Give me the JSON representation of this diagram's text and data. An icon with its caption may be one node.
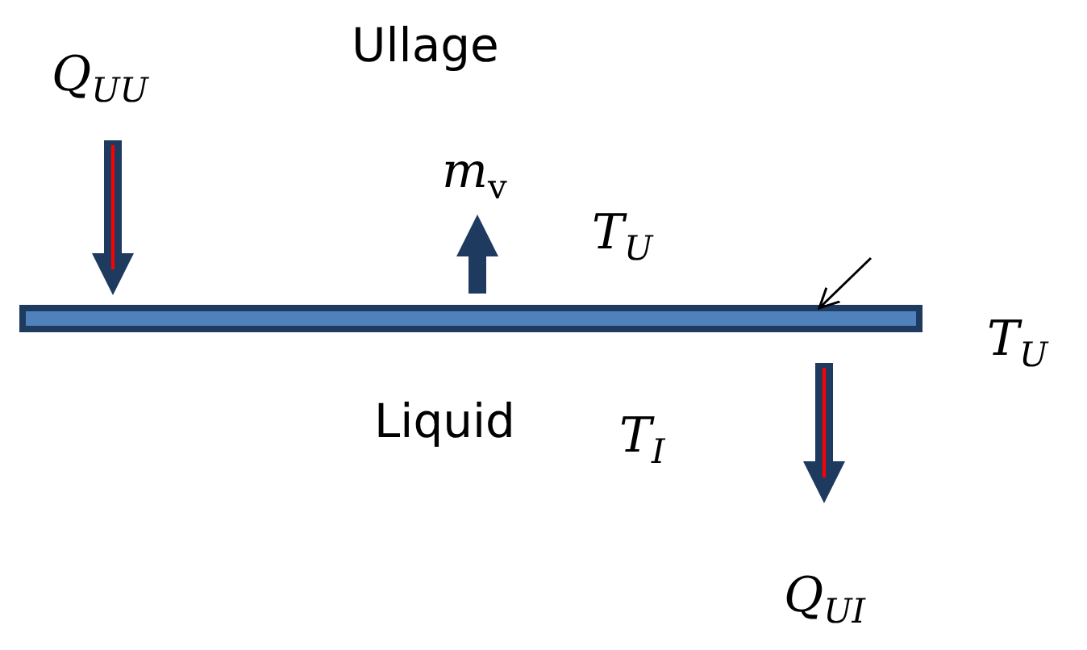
{
  "diagram": {
    "nodes": [
      {
        "text": [],
        "shape": "bar"
      },
      {
        "text": [
          "Q$_{UU}$"
        ]
      },
      {
        "text": [
          "*m*$_{v}$"
        ]
      },
      {
        "text": [
          "Q$_{UI}$"
        ]
      }
    ],
    "edges": [
      {
        "from": 1,
        "to": 0,
        "arrow": "to"
      },
      {
        "from": 0,
        "to": 2,
        "arrow": "to"
      },
      {
        "from": 0,
        "to": 3,
        "arrow": "to"
      },
      {
        "from": null,
        "to": 0,
        "arrow": "to",
        "color": "#000000"
      }
    ],
    "labels": [
      "Ullage",
      "T$_{U}$",
      "Liquid",
      "T$_{I}$",
      "T$_{U}$"
    ]
  }
}
